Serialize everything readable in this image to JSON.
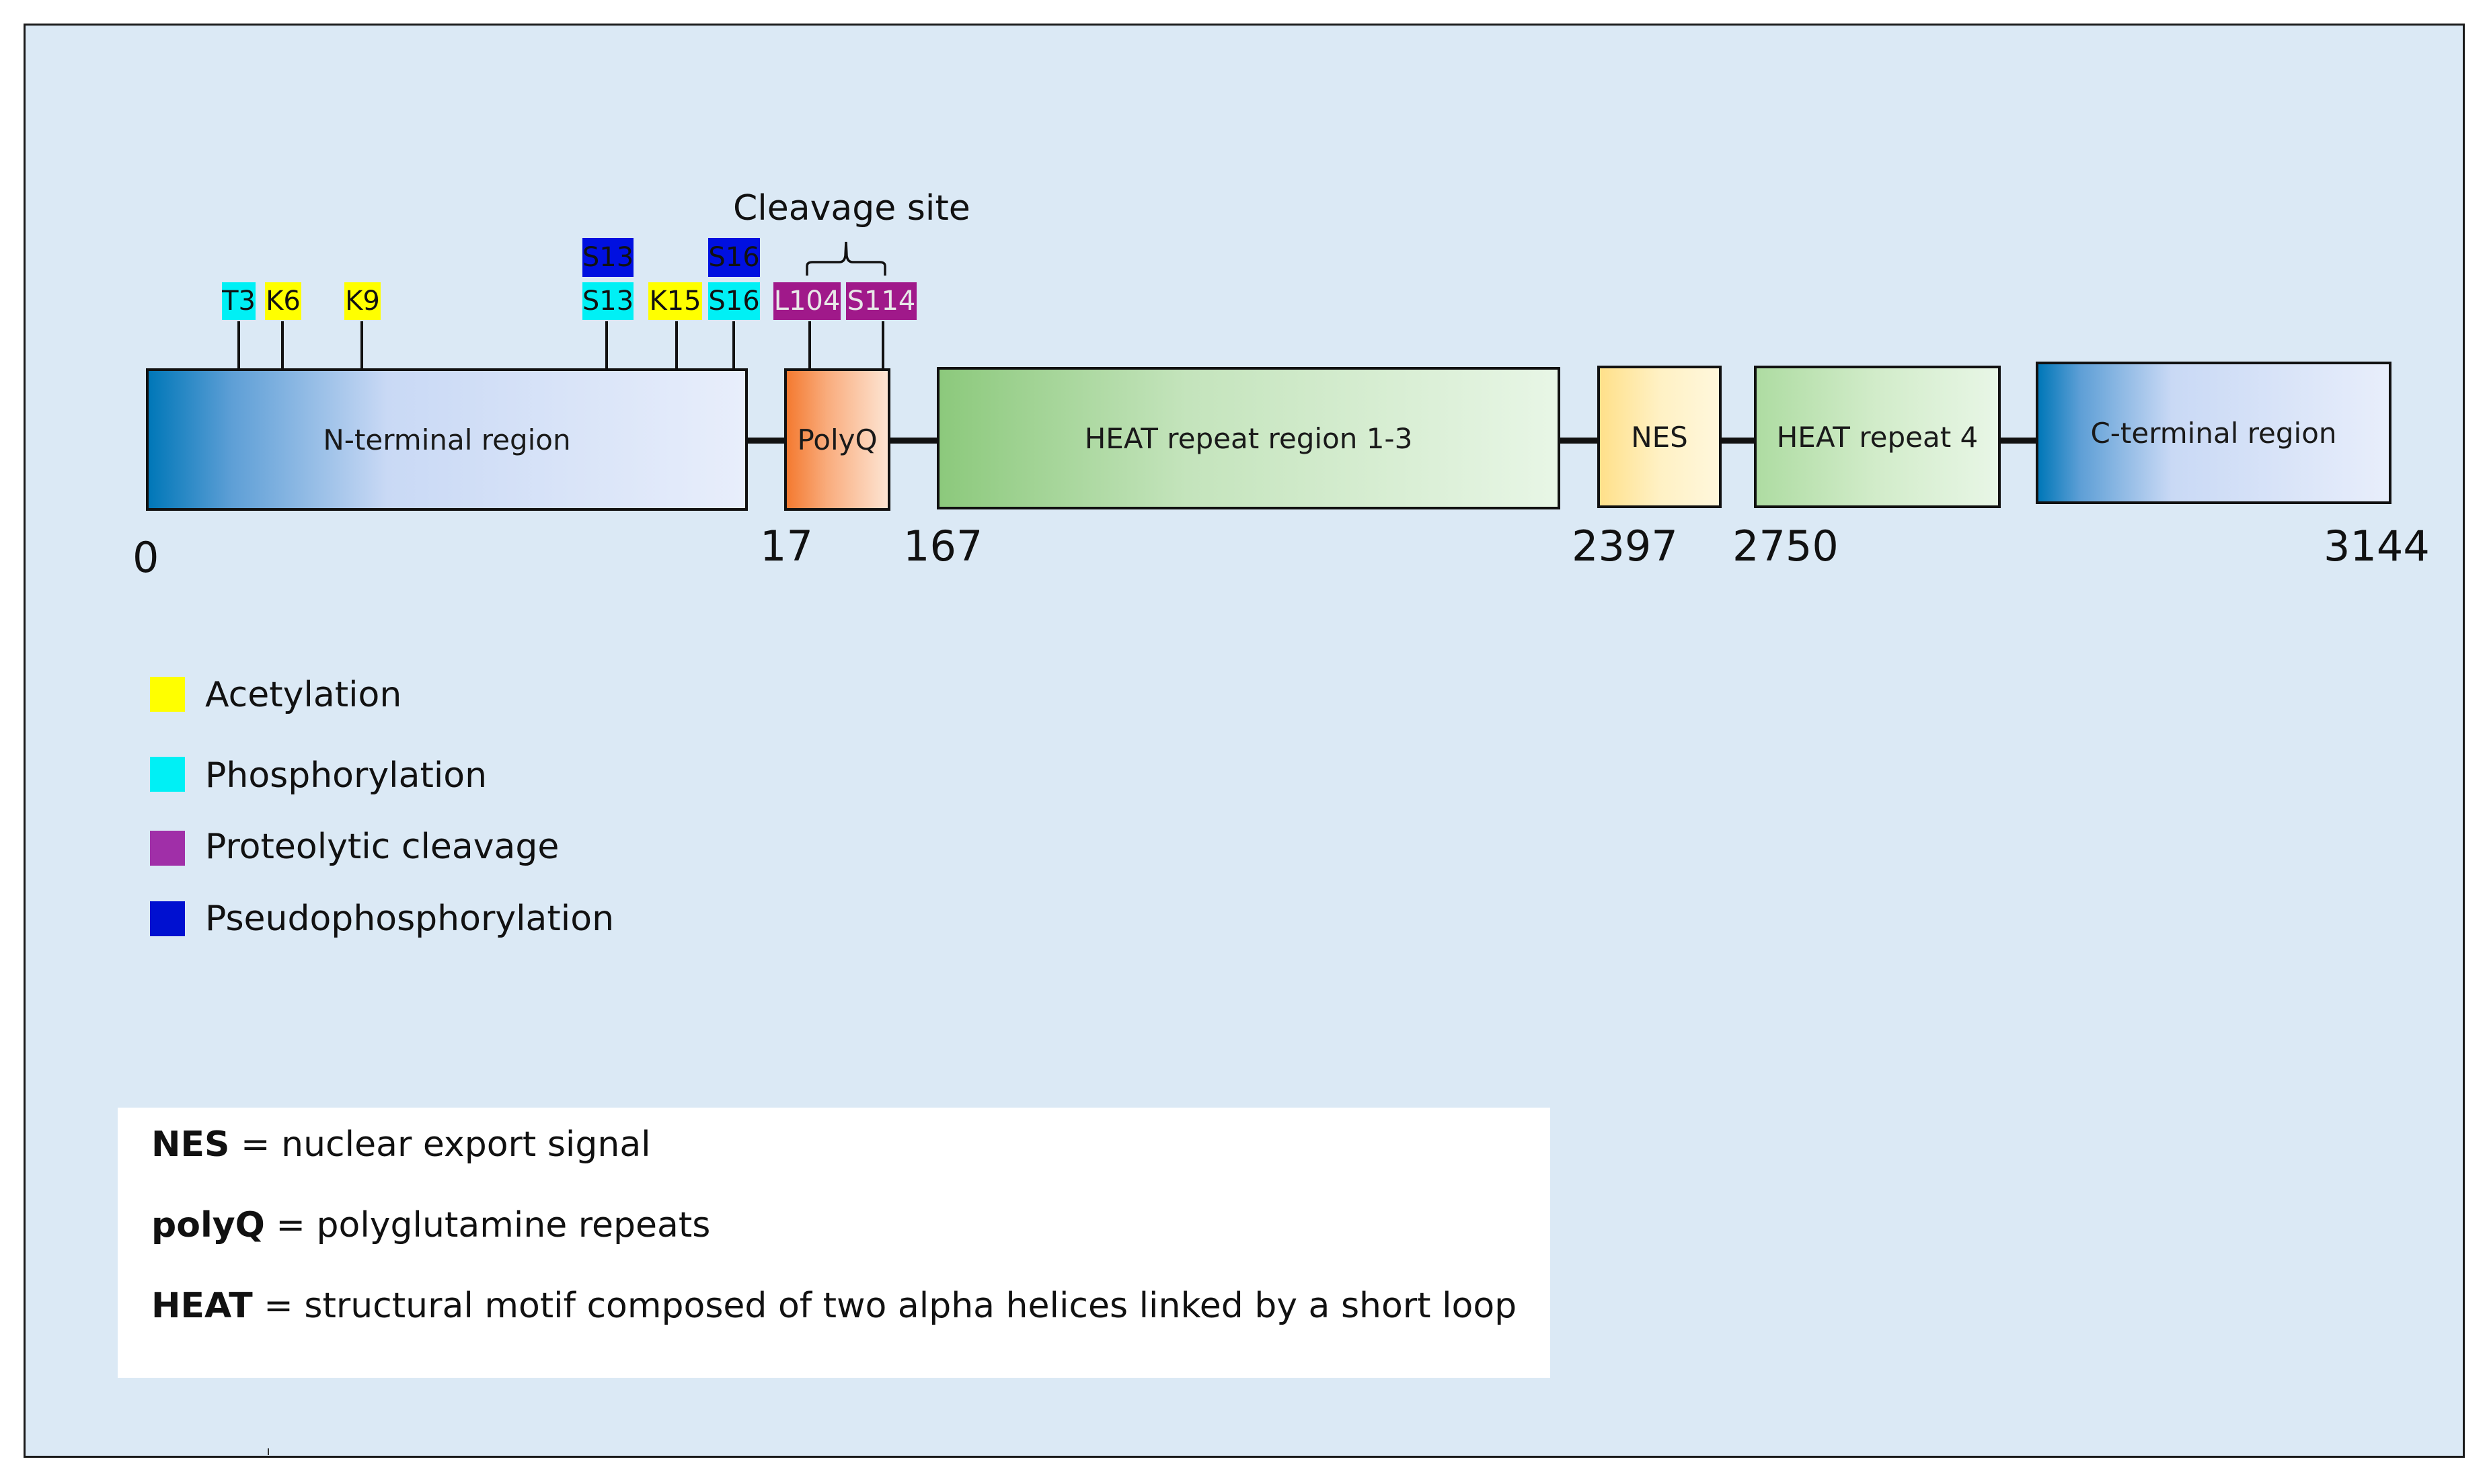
{
  "cleavage_title": "Cleavage site",
  "domains": [
    {
      "id": "n-terminal",
      "label": "N-terminal region"
    },
    {
      "id": "polyq",
      "label": "PolyQ"
    },
    {
      "id": "heat-1-3",
      "label": "HEAT repeat region 1-3"
    },
    {
      "id": "nes",
      "label": "NES"
    },
    {
      "id": "heat-4",
      "label": "HEAT repeat 4"
    },
    {
      "id": "c-terminal",
      "label": "C-terminal region"
    }
  ],
  "positions": [
    "0",
    "17",
    "167",
    "2397",
    "2750",
    "3144"
  ],
  "sites": {
    "t3": "T3",
    "k6": "K6",
    "k9": "K9",
    "s13_phospho": "S13",
    "s13_pseudo": "S13",
    "k15": "K15",
    "s16_phospho": "S16",
    "s16_pseudo": "S16",
    "l104": "L104",
    "s114": "S114"
  },
  "legend": [
    {
      "label": "Acetylation",
      "color": "#ffff00"
    },
    {
      "label": "Phosphorylation",
      "color": "#00f0f5"
    },
    {
      "label": "Proteolytic cleavage",
      "color": "#a0198a"
    },
    {
      "label": "Pseudophosphorylation",
      "color": "#0010e0"
    }
  ],
  "abbreviations": [
    {
      "term": "NES",
      "definition": " = nuclear export signal"
    },
    {
      "term": "polyQ",
      "definition": " = polyglutamine repeats"
    },
    {
      "term": "HEAT",
      "definition": " = structural motif composed of two alpha helices linked by a short loop"
    }
  ],
  "colors": {
    "background": "#dbe9f5",
    "n_terminal": [
      "#0077b8",
      "#c9d9f5",
      "#e8eefb"
    ],
    "polyq": [
      "#f47a30",
      "#fde4d2"
    ],
    "heat": [
      "#8cc97c",
      "#e8f6e6"
    ],
    "nes": [
      "#ffe08a",
      "#fff7dc"
    ]
  }
}
